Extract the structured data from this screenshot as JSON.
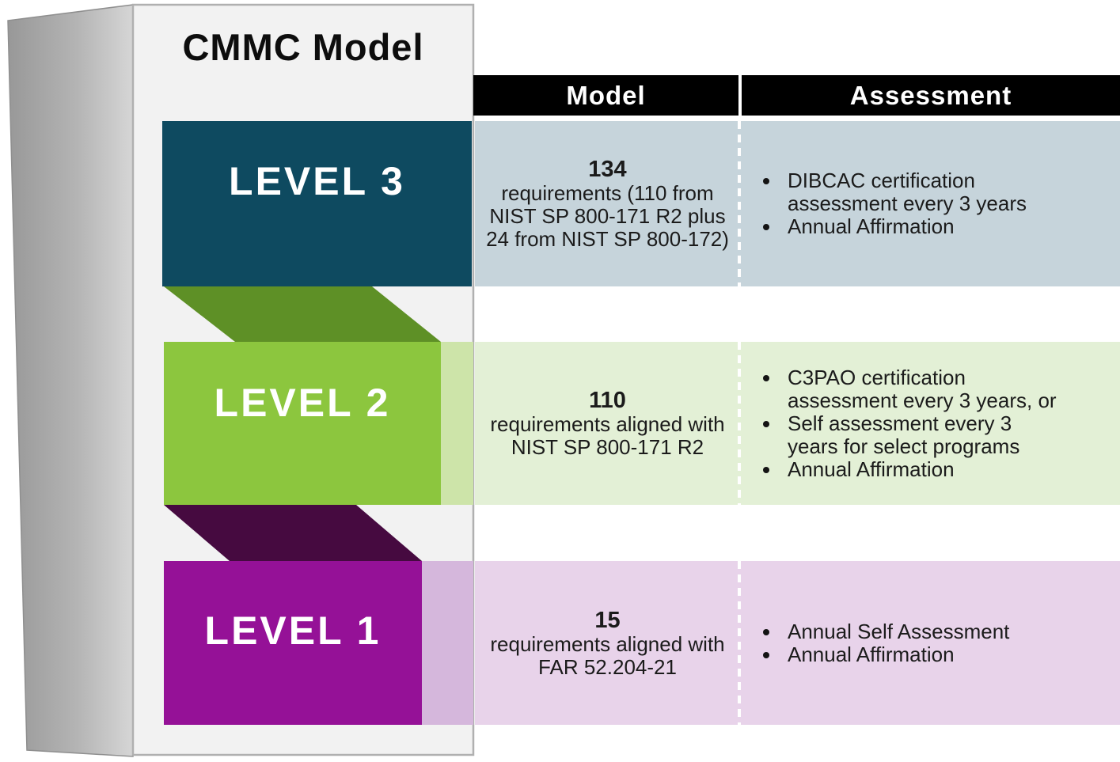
{
  "title": "CMMC Model",
  "table": {
    "model_header": "Model",
    "assessment_header": "Assessment"
  },
  "levels": [
    {
      "label": "LEVEL 3",
      "requirement_count": "134",
      "requirement_text": "requirements (110 from NIST SP 800-171 R2 plus 24 from NIST SP 800-172)",
      "assessment_items": [
        "DIBCAC certification assessment every 3 years",
        "Annual Affirmation"
      ]
    },
    {
      "label": "LEVEL 2",
      "requirement_count": "110",
      "requirement_text": "requirements aligned with NIST SP 800-171 R2",
      "assessment_items": [
        "C3PAO certification assessment every 3 years, or",
        "Self assessment every 3 years for select programs",
        "Annual Affirmation"
      ]
    },
    {
      "label": "LEVEL 1",
      "requirement_count": "15",
      "requirement_text": "requirements aligned with FAR 52.204-21",
      "assessment_items": [
        "Annual Self Assessment",
        "Annual Affirmation"
      ]
    }
  ],
  "colors": {
    "level3_banner": "#0e4a60",
    "level3_row": "#c6d4db",
    "level2_banner": "#8cc63e",
    "level2_banner_overlap": "#cde4a9",
    "level2_row": "#e3f0d6",
    "level2_fold": "#5e9026",
    "level1_banner": "#951197",
    "level1_banner_overlap": "#d5b7dc",
    "level1_row": "#e8d3ea",
    "level1_fold": "#460a40",
    "header_bg": "#000000",
    "header_text": "#ffffff",
    "body_text": "#1b1b1b"
  }
}
